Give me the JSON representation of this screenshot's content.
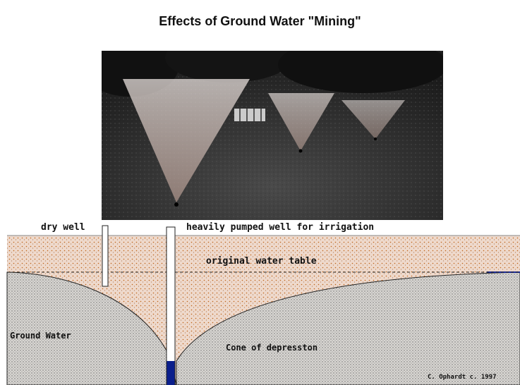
{
  "title": "Effects of Ground Water \"Mining\"",
  "labels": {
    "dry_well": "dry well",
    "pumped_well": "heavily pumped well for irrigation",
    "original_water_table": "original water table",
    "ground_water": "Ground Water",
    "cone": "Cone of depresston",
    "credit": "C. Ophardt c. 1997"
  },
  "colors": {
    "sky": "#ffffff",
    "dry_soil": "#eed9cc",
    "dry_soil_dots": "#c0651a",
    "ground_water": "#d8d6d2",
    "ground_water_dots": "#6b6b6b",
    "water_in_well": "#0b1f8c",
    "surface_line": "#8a8a8a"
  },
  "photo": {
    "description_icon": "lawn-sprinklers-photo"
  }
}
